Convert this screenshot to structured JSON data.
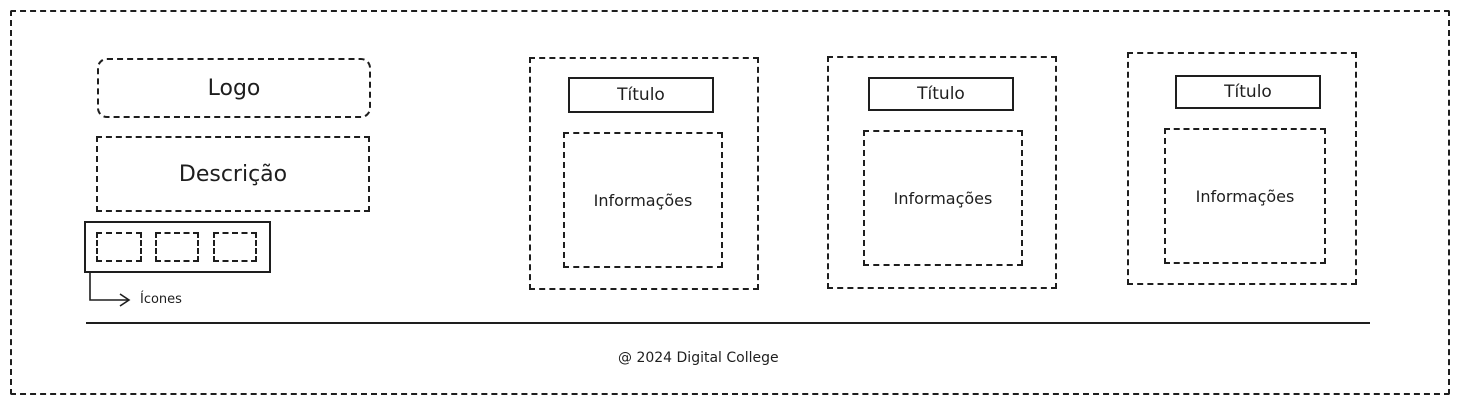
{
  "brand": {
    "logo_label": "Logo",
    "description_label": "Descrição",
    "icons_annotation": "Ícones"
  },
  "columns": [
    {
      "title": "Título",
      "content": "Informações"
    },
    {
      "title": "Título",
      "content": "Informações"
    },
    {
      "title": "Título",
      "content": "Informações"
    }
  ],
  "footer": {
    "copyright": "@ 2024 Digital College"
  }
}
